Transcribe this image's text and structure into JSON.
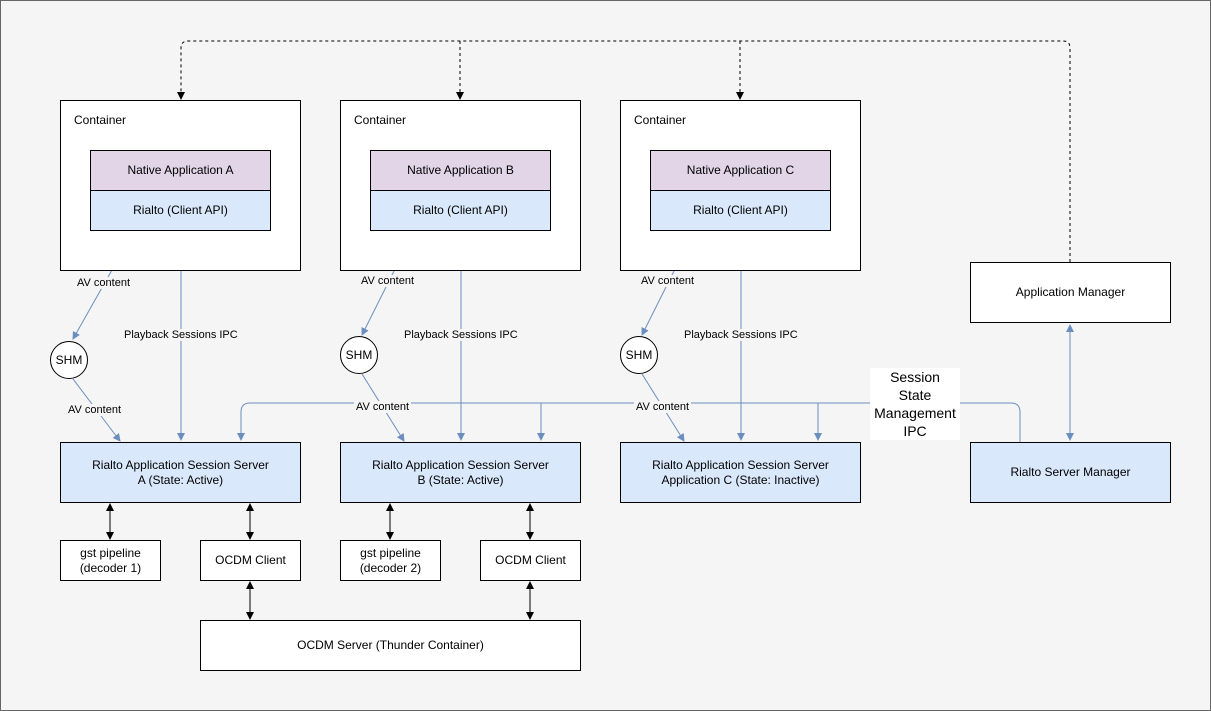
{
  "containers": [
    {
      "label": "Container",
      "app": "Native Application A",
      "client": "Rialto (Client API)"
    },
    {
      "label": "Container",
      "app": "Native Application B",
      "client": "Rialto (Client API)"
    },
    {
      "label": "Container",
      "app": "Native Application C",
      "client": "Rialto (Client API)"
    }
  ],
  "shm_label": "SHM",
  "labels": {
    "av_content": "AV content",
    "playback_ipc": "Playback Sessions IPC",
    "session_state_ipc": "Session\nState\nManagement\nIPC"
  },
  "servers": [
    "Rialto Application Session Server\nA (State: Active)",
    "Rialto Application Session Server\nB (State: Active)",
    "Rialto Application Session Server\nApplication C (State: Inactive)"
  ],
  "application_manager": "Application Manager",
  "server_manager": "Rialto Server Manager",
  "gst_pipelines": [
    "gst pipeline\n(decoder 1)",
    "gst pipeline\n(decoder 2)"
  ],
  "ocdm_client": "OCDM Client",
  "ocdm_server": "OCDM Server (Thunder Container)",
  "colors": {
    "blue_fill": "#dae8fc",
    "purple_fill": "#e1d5e7",
    "blue_line": "#6c8ebf",
    "background": "#f5f5f5"
  }
}
